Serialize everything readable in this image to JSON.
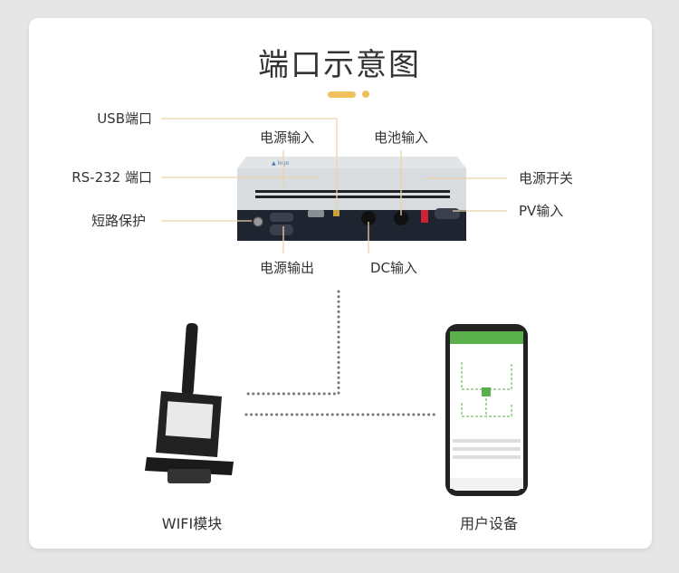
{
  "title": "端口示意图",
  "accent_color": "#f0c15c",
  "line_color": "#ead3a8",
  "ports": {
    "usb": "USB端口",
    "rs232": "RS-232 端口",
    "short_circuit": "短路保护",
    "power_input": "电源输入",
    "battery_input": "电池输入",
    "power_switch": "电源开关",
    "pv_input": "PV输入",
    "power_output": "电源输出",
    "dc_input": "DC输入"
  },
  "devices": {
    "wifi_module": "WIFI模块",
    "user_device": "用户设备"
  }
}
